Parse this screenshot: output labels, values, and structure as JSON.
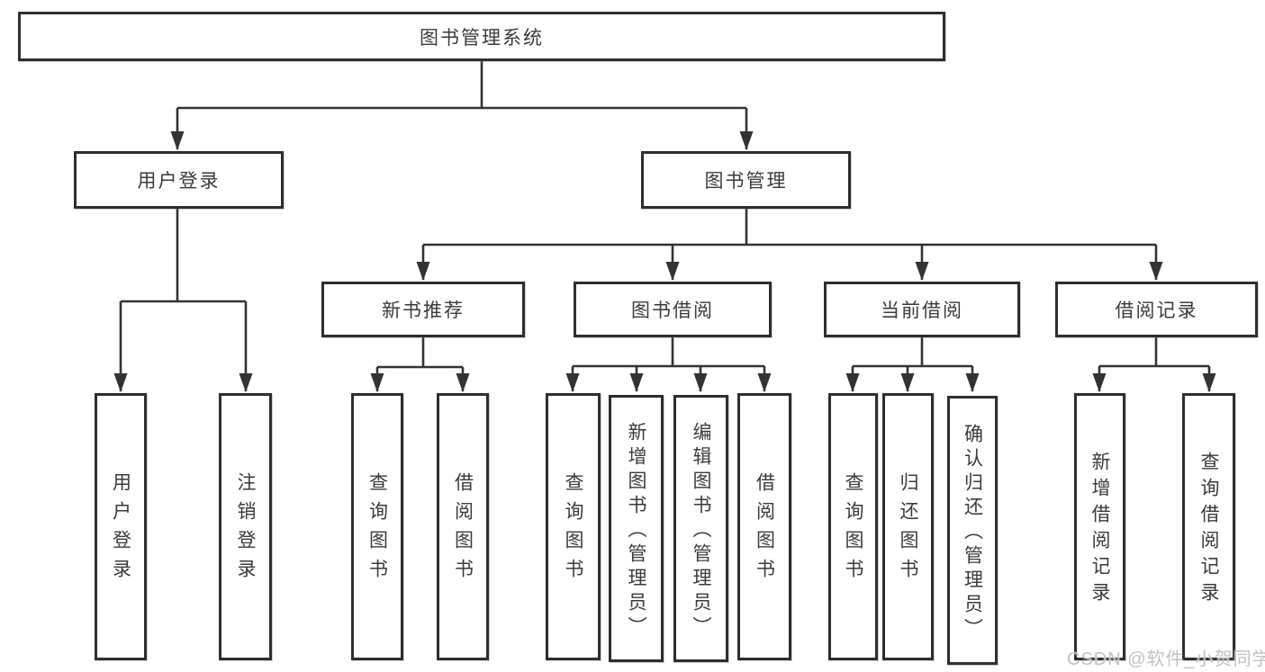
{
  "tree": {
    "root": {
      "label": "图书管理系统"
    },
    "branches": [
      {
        "label": "用户登录",
        "children": [
          {
            "label": "用户登录"
          },
          {
            "label": "注销登录"
          }
        ]
      },
      {
        "label": "图书管理",
        "children": [
          {
            "label": "新书推荐",
            "children": [
              {
                "label": "查询图书"
              },
              {
                "label": "借阅图书"
              }
            ]
          },
          {
            "label": "图书借阅",
            "children": [
              {
                "label": "查询图书"
              },
              {
                "label": "新增图书（管理员）"
              },
              {
                "label": "编辑图书（管理员）"
              },
              {
                "label": "借阅图书"
              }
            ]
          },
          {
            "label": "当前借阅",
            "children": [
              {
                "label": "查询图书"
              },
              {
                "label": "归还图书"
              },
              {
                "label": "确认归还（管理员）"
              }
            ]
          },
          {
            "label": "借阅记录",
            "children": [
              {
                "label": "新增借阅记录"
              },
              {
                "label": "查询借阅记录"
              }
            ]
          }
        ]
      }
    ]
  },
  "watermark": "CSDN @软件_小贺同学",
  "colors": {
    "line": "#333333",
    "box_border": "#2e2e2e",
    "text": "#3a3a3a",
    "watermark": "#c2c2c2",
    "background": "#ffffff"
  }
}
